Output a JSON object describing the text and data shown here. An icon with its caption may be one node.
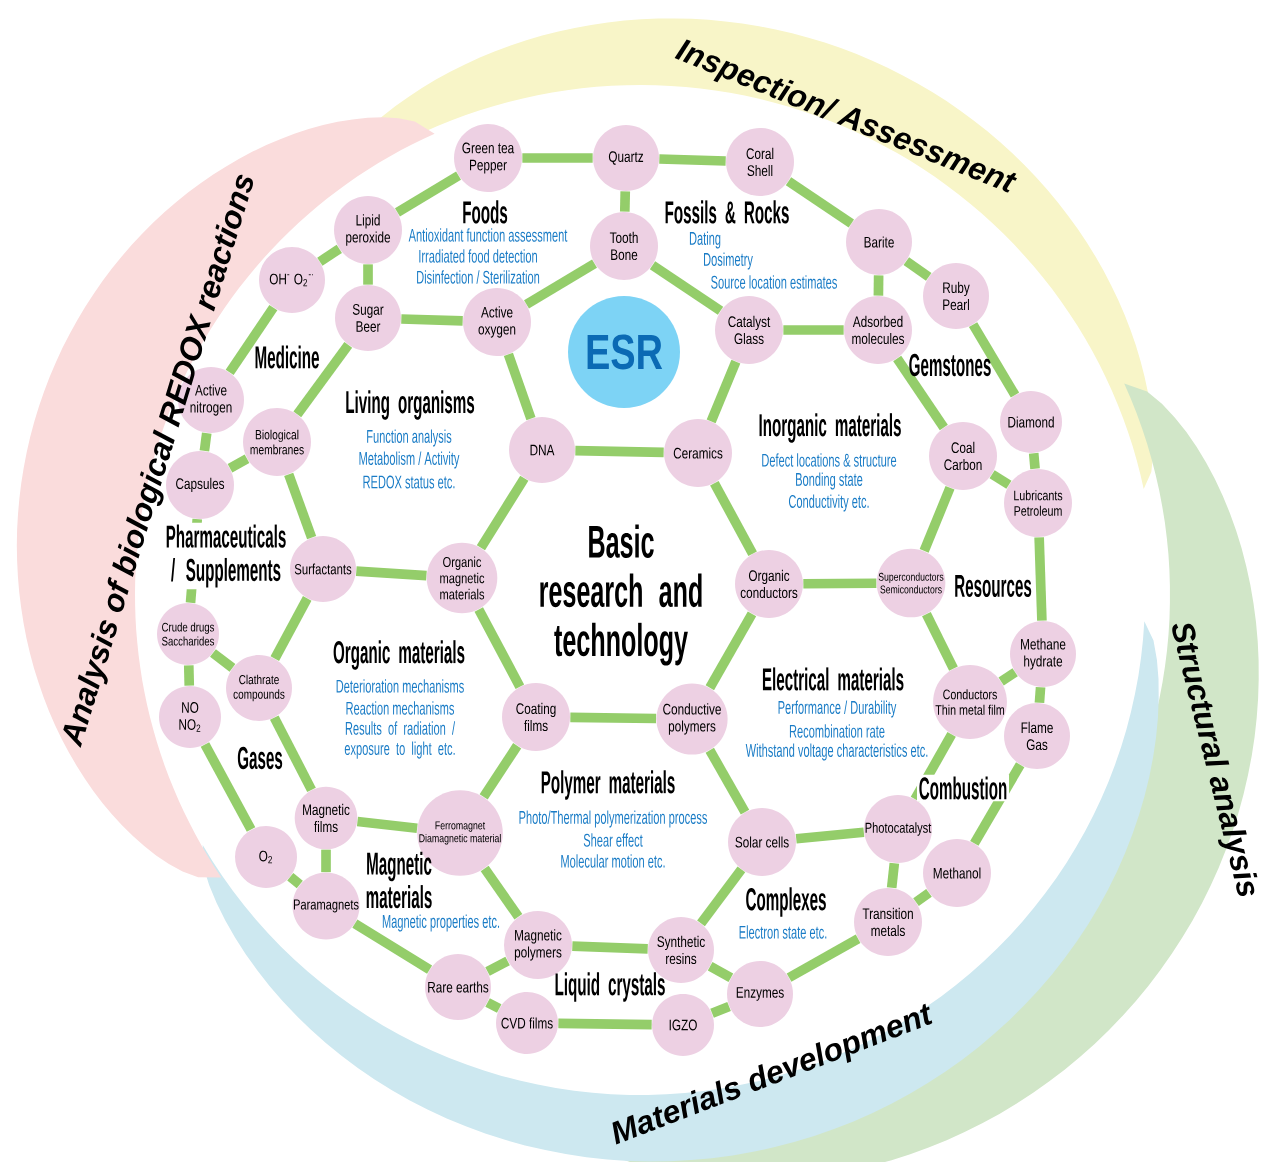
{
  "diagram": {
    "nodes": [
      {
        "text": [
          "Green tea",
          "Pepper"
        ]
      },
      {
        "text": [
          "Quartz"
        ]
      },
      {
        "text": [
          "Coral",
          "Shell"
        ]
      },
      {
        "text": [
          "Lipid peroxide"
        ]
      },
      {
        "text": [
          "Tooth",
          "Bone"
        ]
      },
      {
        "text": [
          "Barite"
        ]
      },
      {
        "text": [
          "OH$^{-}$ O$_{2}$$^{-·}$"
        ]
      },
      {
        "text": [
          "Ruby",
          "Pearl"
        ]
      },
      {
        "text": [
          "Sugar",
          "Beer"
        ]
      },
      {
        "text": [
          "Active oxygen"
        ]
      },
      {
        "text": [
          "Catalyst",
          "Glass"
        ]
      },
      {
        "text": [
          "Adsorbed molecules"
        ]
      },
      {
        "text": [
          "Active nitrogen"
        ]
      },
      {
        "text": [
          "Diamond"
        ]
      },
      {
        "text": [
          "Biological membranes"
        ]
      },
      {
        "text": [
          "DNA"
        ]
      },
      {
        "text": [
          "Ceramics"
        ]
      },
      {
        "text": [
          "Coal",
          "Carbon"
        ]
      },
      {
        "text": [
          "Capsules"
        ]
      },
      {
        "text": [
          "Lubricants",
          "Petroleum"
        ]
      },
      {
        "text": [
          "Surfactants"
        ]
      },
      {
        "text": [
          "Organic magnetic materials"
        ]
      },
      {
        "text": [
          "Organic conductors"
        ]
      },
      {
        "text": [
          "Superconductors",
          "Semiconductors"
        ]
      },
      {
        "text": [
          "Crude drugs",
          "Saccharides"
        ]
      },
      {
        "text": [
          "Clathrate compounds"
        ]
      },
      {
        "text": [
          "Methane hydrate"
        ]
      },
      {
        "text": [
          "NO",
          "NO$_{2}$"
        ]
      },
      {
        "text": [
          "Coating films"
        ]
      },
      {
        "text": [
          "Conductive polymers"
        ]
      },
      {
        "text": [
          "Conductors",
          "Thin metal film"
        ]
      },
      {
        "text": [
          "Flame",
          "Gas"
        ]
      },
      {
        "text": [
          "Magnetic films"
        ]
      },
      {
        "text": [
          "Ferromagnet",
          "Diamagnetic material"
        ]
      },
      {
        "text": [
          "Solar cells"
        ]
      },
      {
        "text": [
          "Photocatalyst"
        ]
      },
      {
        "text": [
          "O$_{2}$"
        ]
      },
      {
        "text": [
          "Methanol"
        ]
      },
      {
        "text": [
          "Paramagnets"
        ]
      },
      {
        "text": [
          "Transition metals"
        ]
      },
      {
        "text": [
          "Magnetic polymers"
        ]
      },
      {
        "text": [
          "Synthetic resins"
        ]
      },
      {
        "text": [
          "Rare earths"
        ]
      },
      {
        "text": [
          "Enzymes"
        ]
      },
      {
        "text": [
          "CVD films"
        ]
      },
      {
        "text": [
          "IGZO"
        ]
      },
      {
        "text": [
          "ESR"
        ]
      }
    ],
    "edges": [
      {
        "from": 0,
        "to": 1,
        "arrow": "none"
      },
      {
        "from": 1,
        "to": 2,
        "arrow": "none"
      },
      {
        "from": 1,
        "to": 4,
        "arrow": "none"
      },
      {
        "from": 0,
        "to": 3,
        "arrow": "none"
      },
      {
        "from": 3,
        "to": 6,
        "arrow": "none"
      },
      {
        "from": 3,
        "to": 8,
        "arrow": "none"
      },
      {
        "from": 8,
        "to": 9,
        "arrow": "none"
      },
      {
        "from": 9,
        "to": 4,
        "arrow": "none"
      },
      {
        "from": 4,
        "to": 10,
        "arrow": "none"
      },
      {
        "from": 2,
        "to": 5,
        "arrow": "none"
      },
      {
        "from": 5,
        "to": 7,
        "arrow": "none"
      },
      {
        "from": 5,
        "to": 11,
        "arrow": "none"
      },
      {
        "from": 10,
        "to": 11,
        "arrow": "none"
      },
      {
        "from": 9,
        "to": 15,
        "arrow": "none"
      },
      {
        "from": 15,
        "to": 16,
        "arrow": "none"
      },
      {
        "from": 10,
        "to": 16,
        "arrow": "none"
      },
      {
        "from": 11,
        "to": 17,
        "arrow": "none"
      },
      {
        "from": 7,
        "to": 13,
        "arrow": "none"
      },
      {
        "from": 13,
        "to": 19,
        "arrow": "none"
      },
      {
        "from": 17,
        "to": 19,
        "arrow": "none"
      },
      {
        "from": 6,
        "to": 12,
        "arrow": "none"
      },
      {
        "from": 12,
        "to": 18,
        "arrow": "none"
      },
      {
        "from": 8,
        "to": 14,
        "arrow": "none"
      },
      {
        "from": 14,
        "to": 18,
        "arrow": "none"
      },
      {
        "from": 14,
        "to": 20,
        "arrow": "none"
      },
      {
        "from": 20,
        "to": 21,
        "arrow": "none"
      },
      {
        "from": 15,
        "to": 21,
        "arrow": "none"
      },
      {
        "from": 16,
        "to": 22,
        "arrow": "none"
      },
      {
        "from": 22,
        "to": 23,
        "arrow": "none"
      },
      {
        "from": 17,
        "to": 23,
        "arrow": "none"
      },
      {
        "from": 19,
        "to": 26,
        "arrow": "none"
      },
      {
        "from": 18,
        "to": 24,
        "arrow": "none"
      },
      {
        "from": 24,
        "to": 25,
        "arrow": "none"
      },
      {
        "from": 24,
        "to": 27,
        "arrow": "none"
      },
      {
        "from": 20,
        "to": 25,
        "arrow": "none"
      },
      {
        "from": 21,
        "to": 28,
        "arrow": "none"
      },
      {
        "from": 23,
        "to": 30,
        "arrow": "none"
      },
      {
        "from": 26,
        "to": 30,
        "arrow": "none"
      },
      {
        "from": 26,
        "to": 31,
        "arrow": "none"
      },
      {
        "from": 25,
        "to": 32,
        "arrow": "none"
      },
      {
        "from": 27,
        "to": 36,
        "arrow": "none"
      },
      {
        "from": 28,
        "to": 29,
        "arrow": "none"
      },
      {
        "from": 22,
        "to": 29,
        "arrow": "none"
      },
      {
        "from": 28,
        "to": 33,
        "arrow": "none"
      },
      {
        "from": 29,
        "to": 34,
        "arrow": "none"
      },
      {
        "from": 30,
        "to": 35,
        "arrow": "none"
      },
      {
        "from": 31,
        "to": 37,
        "arrow": "none"
      },
      {
        "from": 32,
        "to": 33,
        "arrow": "none"
      },
      {
        "from": 32,
        "to": 38,
        "arrow": "none"
      },
      {
        "from": 36,
        "to": 38,
        "arrow": "none"
      },
      {
        "from": 33,
        "to": 40,
        "arrow": "none"
      },
      {
        "from": 34,
        "to": 35,
        "arrow": "none"
      },
      {
        "from": 34,
        "to": 41,
        "arrow": "none"
      },
      {
        "from": 35,
        "to": 39,
        "arrow": "none"
      },
      {
        "from": 37,
        "to": 39,
        "arrow": "none"
      },
      {
        "from": 38,
        "to": 42,
        "arrow": "none"
      },
      {
        "from": 40,
        "to": 41,
        "arrow": "none"
      },
      {
        "from": 40,
        "to": 42,
        "arrow": "none"
      },
      {
        "from": 42,
        "to": 44,
        "arrow": "none"
      },
      {
        "from": 44,
        "to": 45,
        "arrow": "none"
      },
      {
        "from": 41,
        "to": 43,
        "arrow": "none"
      },
      {
        "from": 43,
        "to": 45,
        "arrow": "none"
      },
      {
        "from": 43,
        "to": 39,
        "arrow": "none"
      }
    ],
    "labels": [
      "Inspection/ Assessment",
      "Analysis of biological REDOX reactions",
      "Foods",
      "Antioxidant function assessment",
      "Irradiated food detection",
      "Disinfection / Sterilization",
      "Fossils & Rocks",
      "Dating",
      "Dosimetry",
      "Source location estimates",
      "Medicine",
      "Gemstones",
      "Living organisms",
      "Function analysis",
      "Metabolism / Activity",
      "REDOX status etc.",
      "Inorganic materials",
      "Defect locations & structure",
      "Bonding state",
      "Conductivity etc.",
      "Basic research and technology",
      "Pharmaceuticals / Supplements",
      "Resources",
      "Organic materials",
      "Deterioration mechanisms",
      "Reaction mechanisms",
      "Results of radiation / exposure to light etc.",
      "Electrical materials",
      "Performance / Durability",
      "Recombination rate",
      "Withstand voltage characteristics etc.",
      "Gases",
      "Polymer materials",
      "Photo/Thermal polymerization process",
      "Shear effect",
      "Molecular motion etc.",
      "Combustion",
      "Magnetic materials",
      "Magnetic properties etc.",
      "Complexes",
      "Electron state etc.",
      "Liquid crystals",
      "Structural analysis",
      "Materials development"
    ]
  }
}
